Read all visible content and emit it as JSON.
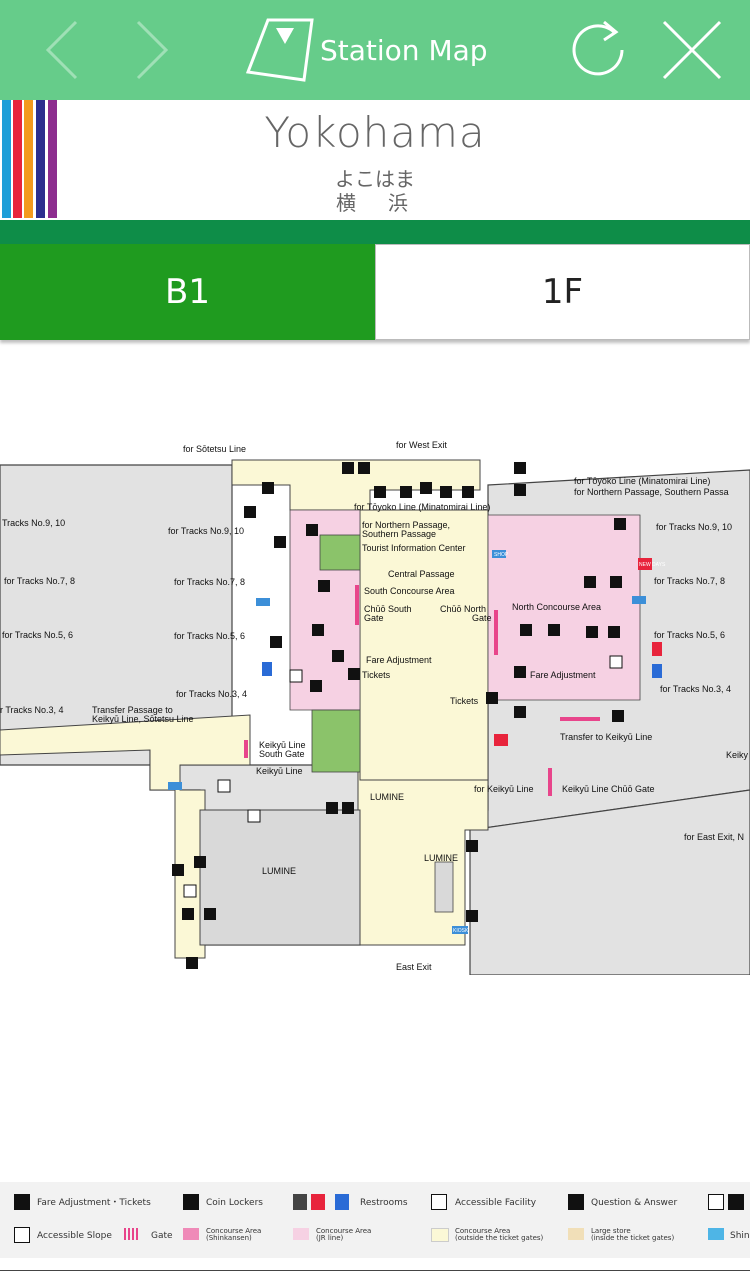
{
  "header": {
    "title": "Station Map",
    "colors": {
      "bar": "#66cc8a",
      "accent_green": "#0e8d48",
      "tab_active": "#1f9b1f"
    }
  },
  "station": {
    "name_en": "Yokohama",
    "name_kana": "よこはま",
    "name_kanji": "横　浜",
    "line_colors": [
      "#1e9ed8",
      "#e8243c",
      "#f39a1e",
      "#2c2f8f",
      "#8d2d8f"
    ]
  },
  "floor_tabs": [
    {
      "label": "B1",
      "active": true
    },
    {
      "label": "1F",
      "active": false
    }
  ],
  "map": {
    "labels": {
      "sotetsu": "for Sōtetsu Line",
      "west_exit": "for West Exit",
      "toyoko1": "for Tōyoko Line (Minatomirai Line)",
      "toyoko2": "for Northern Passage, Southern Passa",
      "toyoko_c": "for Tōyoko Line (Minatomirai Line)",
      "tracks910_l": "Tracks No.9, 10",
      "tracks910_c": "for Tracks No.9, 10",
      "tracks910_r": "for Tracks No.9, 10",
      "north_pass1": "for Northern Passage,",
      "north_pass2": "Southern Passage",
      "tourist": "Tourist Information Center",
      "tracks78_l": "for Tracks No.7, 8",
      "tracks78_c": "for Tracks No.7, 8",
      "tracks78_r": "for Tracks No.7, 8",
      "central": "Central Passage",
      "south_conc": "South Concourse Area",
      "chuo_south1": "Chūō South",
      "chuo_south2": "Gate",
      "chuo_north1": "Chūō North",
      "chuo_north2": "Gate",
      "north_conc": "North Concourse Area",
      "tracks56_l": "for Tracks No.5, 6",
      "tracks56_c": "for Tracks No.5, 6",
      "tracks56_r": "for Tracks No.5, 6",
      "fare_adj_c": "Fare Adjustment",
      "fare_adj_r": "Fare Adjustment",
      "tickets_c": "Tickets",
      "tickets_r": "Tickets",
      "tracks34_l": "r Tracks No.3, 4",
      "tracks34_c": "for Tracks No.3, 4",
      "tracks34_r": "for Tracks No.3, 4",
      "transfer1": "Transfer Passage to",
      "transfer2": "Keikyū Line, Sōtetsu Line",
      "keikyu_sg1": "Keikyū Line",
      "keikyu_sg2": "South Gate",
      "keikyu_l": "Keikyū Line",
      "transfer_keikyu": "Transfer to Keikyū Line",
      "keikyu_edge": "Keiky",
      "lumine1": "LUMINE",
      "for_keikyu": "for Keikyū Line",
      "keikyu_chuo": "Keikyū Line Chūō Gate",
      "east_exit_n": "for East Exit, N",
      "lumine2": "LUMINE",
      "lumine3": "LUMINE",
      "east_exit": "East Exit",
      "shop": "SHOP",
      "newdays": "NEW DAYS",
      "kiosk": "KIOSK"
    },
    "colors": {
      "platform": "#e2e2e2",
      "outline": "#444444",
      "jr_concourse": "#f6d1e3",
      "outside_gates": "#fbf8d6",
      "large_store": "#d9d9d9",
      "green_area": "#8bc36a"
    }
  },
  "legend": {
    "items": [
      {
        "label": "Fare Adjustment・Tickets"
      },
      {
        "label": "Coin Lockers"
      },
      {
        "label": "Restrooms"
      },
      {
        "label": "Accessible Facility"
      },
      {
        "label": "Question & Answer"
      },
      {
        "label": "Accessible Slope"
      },
      {
        "label": "Gate"
      },
      {
        "label": "Concourse Area",
        "sub": "(Shinkansen)",
        "color": "#ef8ab8"
      },
      {
        "label": "Concourse Area",
        "sub": "(JR line)",
        "color": "#f6d1e3"
      },
      {
        "label": "Concourse Area",
        "sub": "(outside the ticket gates)",
        "color": "#fbf8d6"
      },
      {
        "label": "Large store",
        "sub": "(inside the ticket gates)",
        "color": "#f1dfb8"
      },
      {
        "label": "Shin",
        "color": "#4eb5e6"
      }
    ]
  }
}
